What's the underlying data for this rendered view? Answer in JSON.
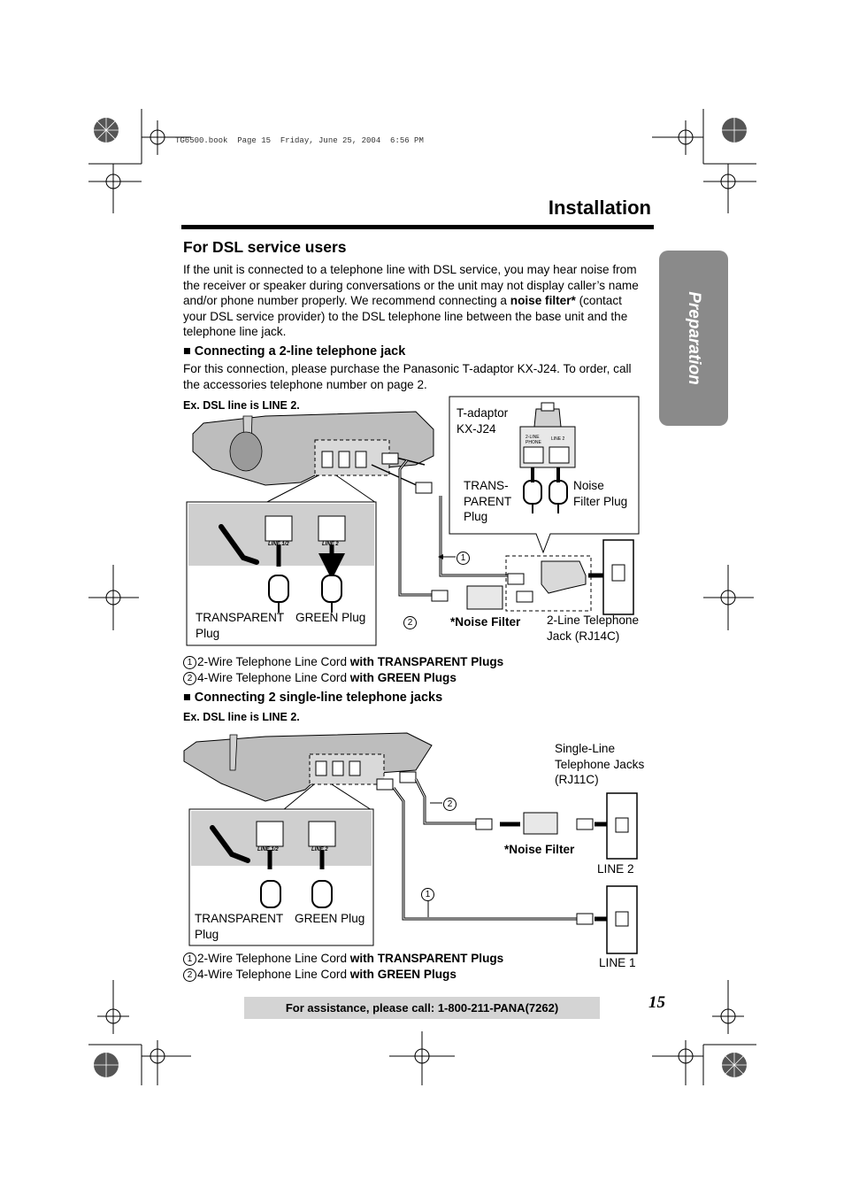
{
  "print_header": "TG6500.book  Page 15  Friday, June 25, 2004  6:56 PM",
  "section_title": "Installation",
  "side_tab": "Preparation",
  "heading": "For DSL service users",
  "intro": {
    "part1": "If the unit is connected to a telephone line with DSL service, you may hear noise from the receiver or speaker during conversations or the unit may not display caller’s name and/or phone number properly. We recommend connecting a ",
    "bold": "noise filter*",
    "part2": " (contact your DSL service provider) to the DSL telephone line between the base unit and the telephone line jack."
  },
  "section1": {
    "title": "Connecting a 2-line telephone jack",
    "text": "For this connection, please purchase the Panasonic T-adaptor KX-J24. To order, call the accessories telephone number on page 2.",
    "example": "Ex. DSL line is LINE 2.",
    "jack_labels": [
      "LINE 1/2",
      "LINE 2"
    ],
    "callout_title_line1": "T-adaptor",
    "callout_title_line2": "KX-J24",
    "adaptor_labels": [
      "2-LINE PHONE",
      "LINE 2"
    ],
    "trans_plug": [
      "TRANS-",
      "PARENT",
      "Plug"
    ],
    "noise_plug": [
      "Noise",
      "Filter Plug"
    ],
    "transparent_plug": [
      "TRANSPARENT",
      "Plug"
    ],
    "green_plug": "GREEN Plug",
    "noise_filter": "*Noise Filter",
    "wall_jack": [
      "2-Line Telephone",
      "Jack (RJ14C)"
    ],
    "marker1": "1",
    "marker2": "2"
  },
  "legend1": [
    {
      "num": "1",
      "text": "2-Wire Telephone Line Cord ",
      "bold": "with TRANSPARENT Plugs"
    },
    {
      "num": "2",
      "text": "4-Wire Telephone Line Cord ",
      "bold": "with GREEN Plugs"
    }
  ],
  "section2": {
    "title": "Connecting 2 single-line telephone jacks",
    "example": "Ex. DSL line is LINE 2.",
    "jack_labels": [
      "LINE 1/2",
      "LINE 2"
    ],
    "single_jacks": [
      "Single-Line",
      "Telephone Jacks",
      "(RJ11C)"
    ],
    "noise_filter": "*Noise Filter",
    "line2": "LINE 2",
    "line1": "LINE 1",
    "transparent_plug": [
      "TRANSPARENT",
      "Plug"
    ],
    "green_plug": "GREEN Plug",
    "marker1": "1",
    "marker2": "2"
  },
  "legend2": [
    {
      "num": "1",
      "text": "2-Wire Telephone Line Cord ",
      "bold": "with TRANSPARENT Plugs"
    },
    {
      "num": "2",
      "text": "4-Wire Telephone Line Cord ",
      "bold": "with GREEN Plugs"
    }
  ],
  "footer": "For assistance, please call: 1-800-211-PANA(7262)",
  "page_number": "15"
}
